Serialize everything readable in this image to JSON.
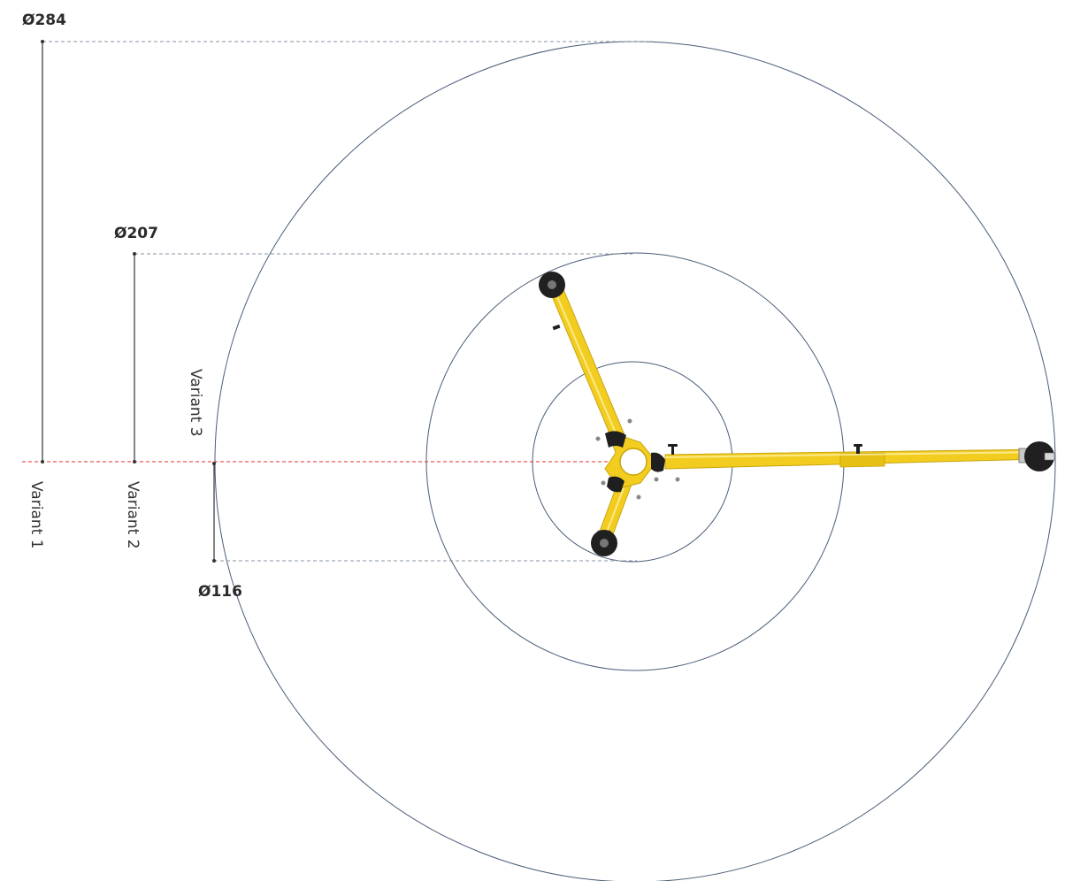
{
  "diagram": {
    "dimensions": [
      {
        "id": "d284",
        "label": "Ø284"
      },
      {
        "id": "d207",
        "label": "Ø207"
      },
      {
        "id": "d116",
        "label": "Ø116"
      }
    ],
    "variants": [
      {
        "id": "v1",
        "label": "Variant 1"
      },
      {
        "id": "v2",
        "label": "Variant 2"
      },
      {
        "id": "v3",
        "label": "Variant 3"
      }
    ]
  },
  "colors": {
    "circle_stroke": "#4a5d78",
    "guide_dashed": "#8a94a6",
    "axis_red": "#e0302e",
    "dimension_line": "#333333",
    "leg_yellow": "#f2cd1f",
    "leg_shadow": "#c9a40e",
    "hub_black": "#1f1f1f",
    "wheel_black": "#202020"
  }
}
